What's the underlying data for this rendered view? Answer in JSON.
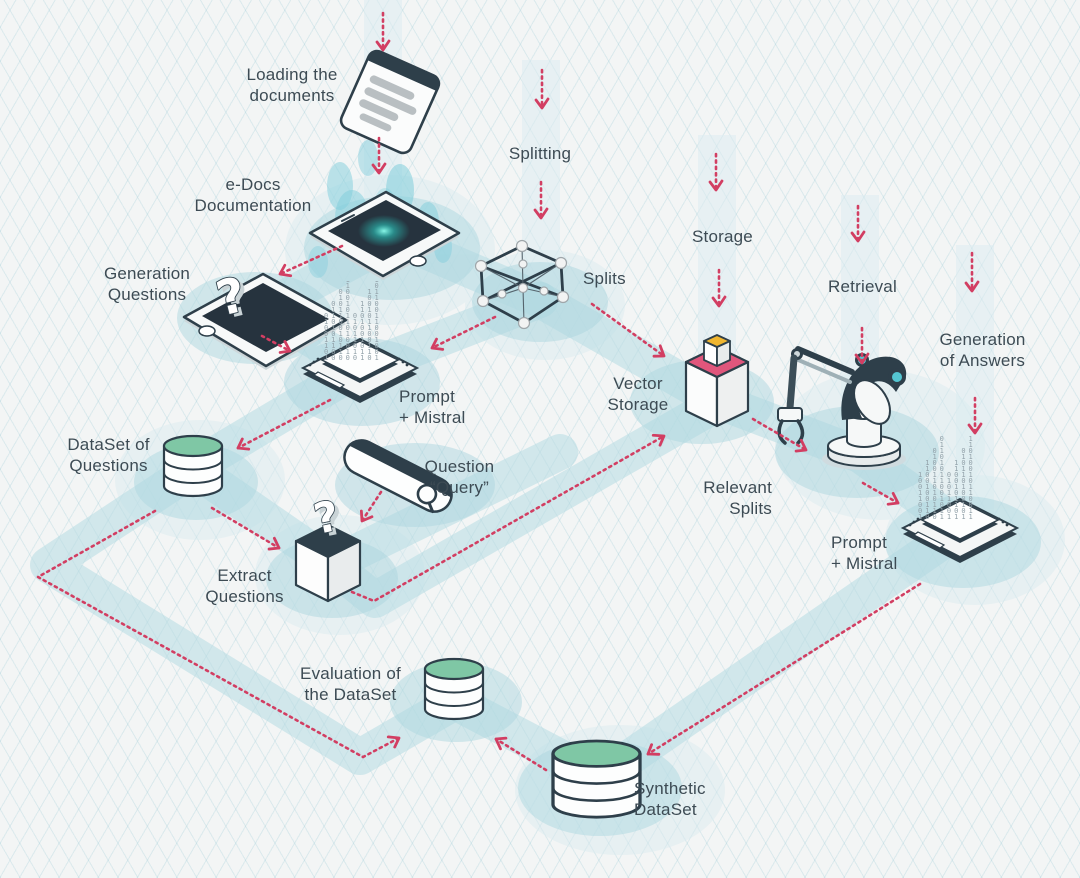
{
  "colors": {
    "arrow": "#d23e62",
    "outline": "#2e3f4a",
    "database_top_green": "#7fc7a5",
    "vector_box_top_pink": "#e0567c",
    "vector_cube_top_yellow": "#f0b62f",
    "route_band": "#b9dce4",
    "label_text": "#3d4b54",
    "screen_glow": "#35e8d9",
    "grid_line": "#d9e9ec",
    "background": "#f3f5f5"
  },
  "decor": {
    "code_rain": "010011010110010110100101100110"
  },
  "nodes": {
    "loading_documents": {
      "label": "Loading the\ndocuments"
    },
    "edocs_documentation": {
      "label": "e-Docs\nDocumentation"
    },
    "generation_questions": {
      "label": "Generation\nQuestions"
    },
    "splitting": {
      "label": "Splitting"
    },
    "splits": {
      "label": "Splits"
    },
    "prompt_mistral_1": {
      "label": "Prompt\n+ Mistral"
    },
    "storage": {
      "label": "Storage"
    },
    "vector_storage": {
      "label": "Vector\nStorage"
    },
    "retrieval": {
      "label": "Retrieval"
    },
    "generation_answers": {
      "label": "Generation\nof Answers"
    },
    "dataset_questions": {
      "label": "DataSet of\nQuestions"
    },
    "question_query": {
      "label": "Question\n“Query”"
    },
    "extract_questions": {
      "label": "Extract\nQuestions"
    },
    "relevant_splits": {
      "label": "Relevant\nSplits"
    },
    "prompt_mistral_2": {
      "label": "Prompt\n+ Mistral"
    },
    "evaluation_dataset": {
      "label": "Evaluation of\nthe DataSet"
    },
    "synthetic_dataset": {
      "label": "Synthetic\nDataSet"
    }
  },
  "edges": [
    {
      "from": "input",
      "to": "loading_documents"
    },
    {
      "from": "loading_documents",
      "to": "edocs_documentation"
    },
    {
      "from": "edocs_documentation",
      "to": "generation_questions"
    },
    {
      "from": "generation_questions",
      "to": "prompt_mistral_1"
    },
    {
      "from": "splits",
      "to": "prompt_mistral_1"
    },
    {
      "from": "splits",
      "to": "vector_storage"
    },
    {
      "from": "prompt_mistral_1",
      "to": "dataset_questions"
    },
    {
      "from": "dataset_questions",
      "to": "extract_questions"
    },
    {
      "from": "question_query",
      "to": "extract_questions"
    },
    {
      "from": "extract_questions",
      "to": "vector_storage"
    },
    {
      "from": "vector_storage",
      "to": "retrieval_robot"
    },
    {
      "from": "retrieval_robot",
      "to": "prompt_mistral_2"
    },
    {
      "from": "prompt_mistral_2",
      "to": "synthetic_dataset"
    },
    {
      "from": "synthetic_dataset",
      "to": "evaluation_dataset"
    },
    {
      "from": "dataset_questions",
      "to": "evaluation_dataset"
    }
  ]
}
